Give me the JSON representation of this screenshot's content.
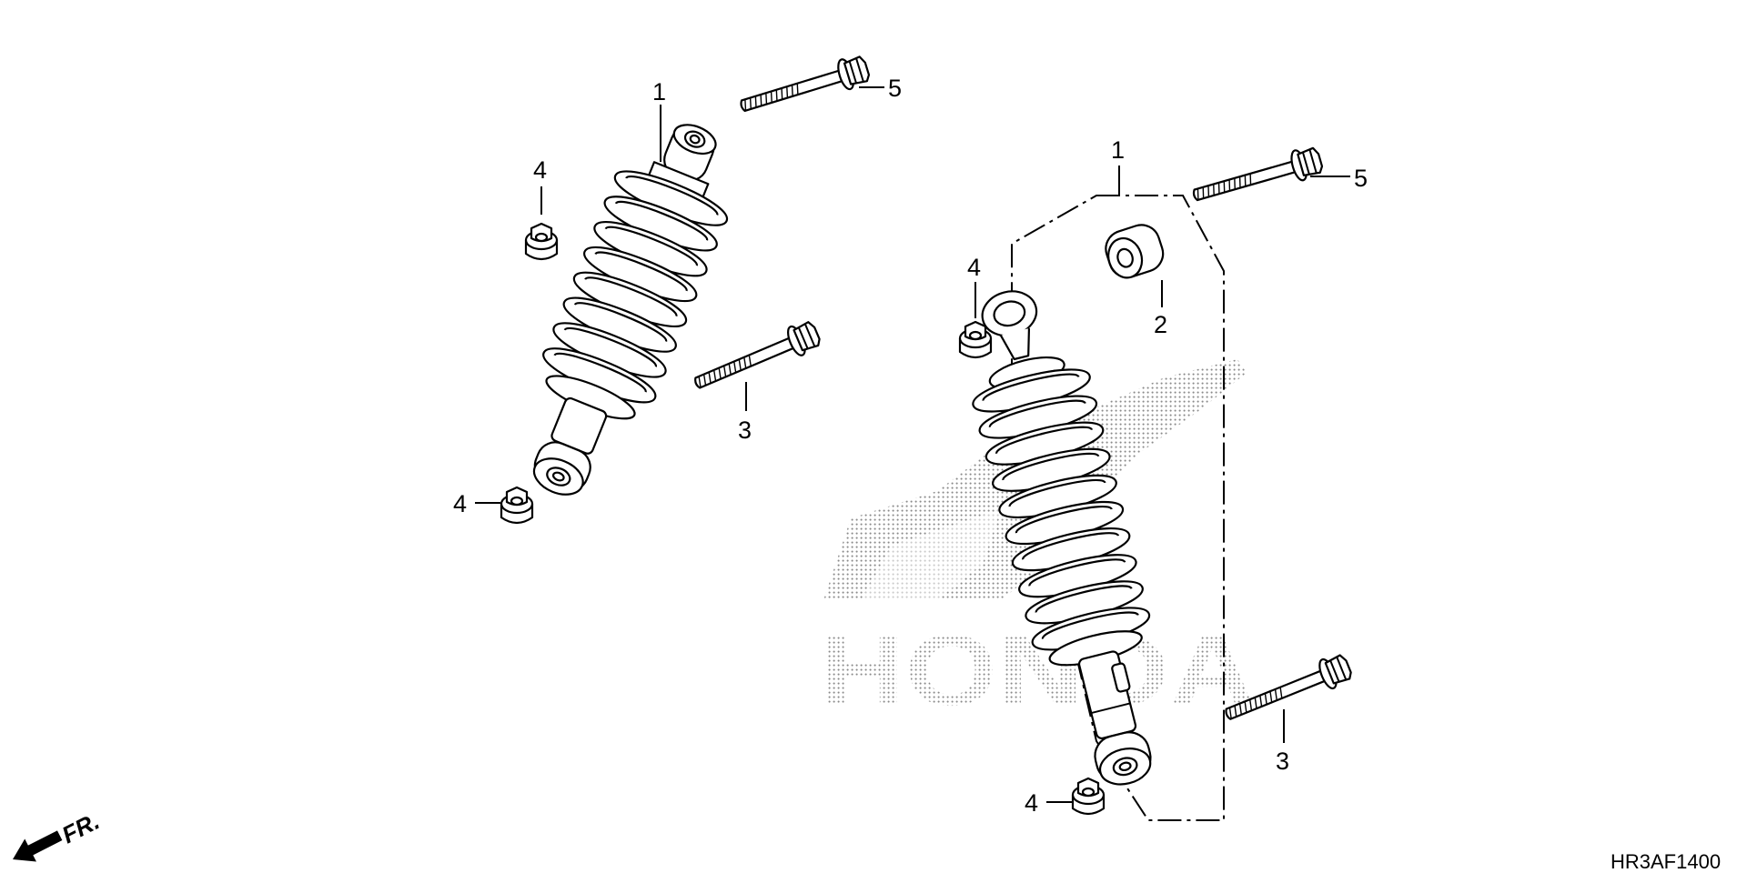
{
  "diagram": {
    "callouts": {
      "left_shock": "1",
      "left_bolt_upper": "5",
      "left_bolt_lower": "3",
      "left_nut_upper": "4",
      "left_nut_lower": "4",
      "right_group": "1",
      "right_bushing": "2",
      "right_bolt_upper": "5",
      "right_bolt_lower": "3",
      "right_nut_upper": "4",
      "right_nut_lower": "4"
    },
    "direction_label": "FR.",
    "drawing_code": "HR3AF1400",
    "watermark": "HONDA"
  }
}
